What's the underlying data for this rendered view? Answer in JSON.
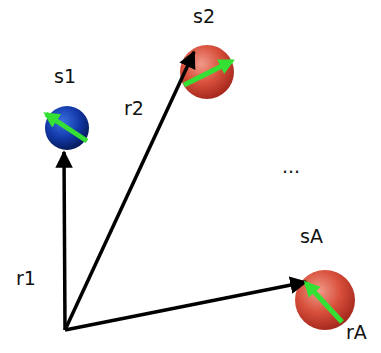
{
  "diagram": {
    "labels": [
      "s1",
      "r1",
      "s2",
      "r2",
      "...",
      "sA",
      "rA"
    ]
  }
}
